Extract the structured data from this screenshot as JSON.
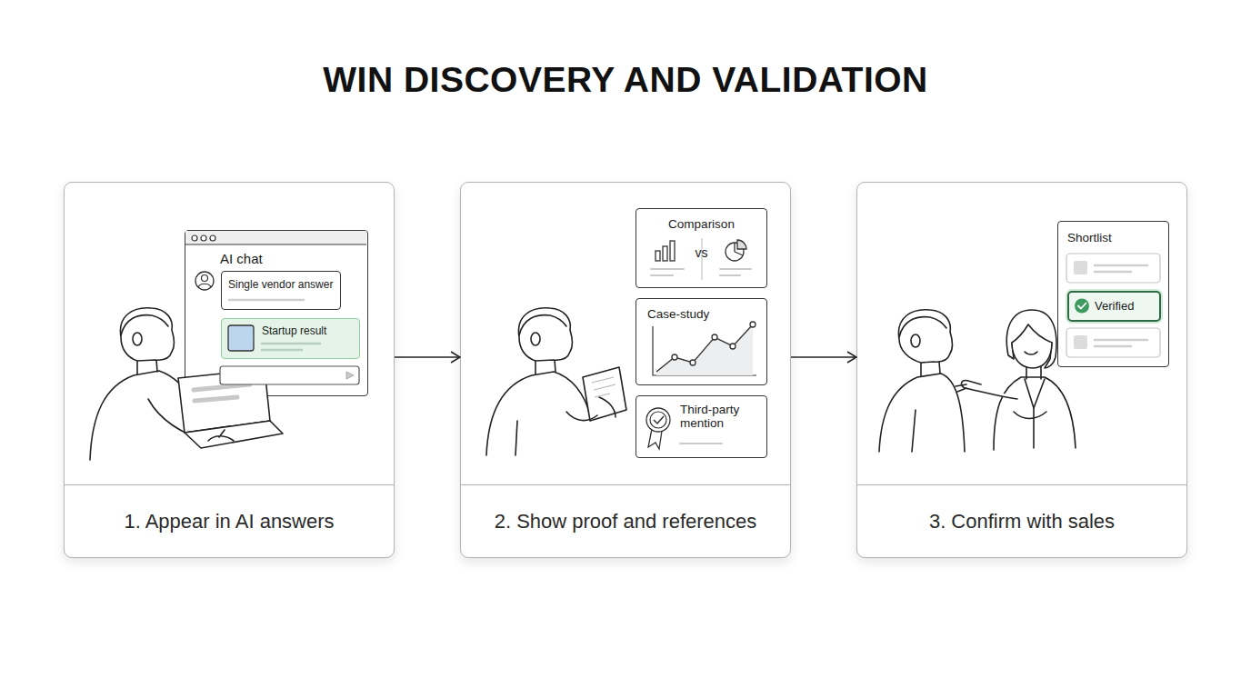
{
  "diagram": {
    "title": "WIN DISCOVERY AND VALIDATION",
    "nodes": [
      {
        "text": [
          "1. Appear in AI answers"
        ]
      },
      {
        "text": [
          "AI chat"
        ],
        "in": 0
      },
      {
        "text": [
          "Single vendor answer"
        ],
        "in": 1
      },
      {
        "text": [
          "Startup result"
        ],
        "in": 1
      },
      {
        "text": [
          "2. Show proof and references"
        ]
      },
      {
        "text": [
          "Comparison",
          "vs"
        ],
        "in": 4
      },
      {
        "text": [
          "Case-study"
        ],
        "in": 4
      },
      {
        "text": [
          "Third-party mention"
        ],
        "in": 4
      },
      {
        "text": [
          "3. Confirm with sales"
        ]
      },
      {
        "text": [
          "Shortlist"
        ],
        "in": 8
      },
      {
        "text": [
          "Verified"
        ],
        "in": 9
      }
    ],
    "edges": [
      {
        "from": 0,
        "to": 4,
        "arrow": "to"
      },
      {
        "from": 4,
        "to": 8,
        "arrow": "to"
      }
    ]
  }
}
